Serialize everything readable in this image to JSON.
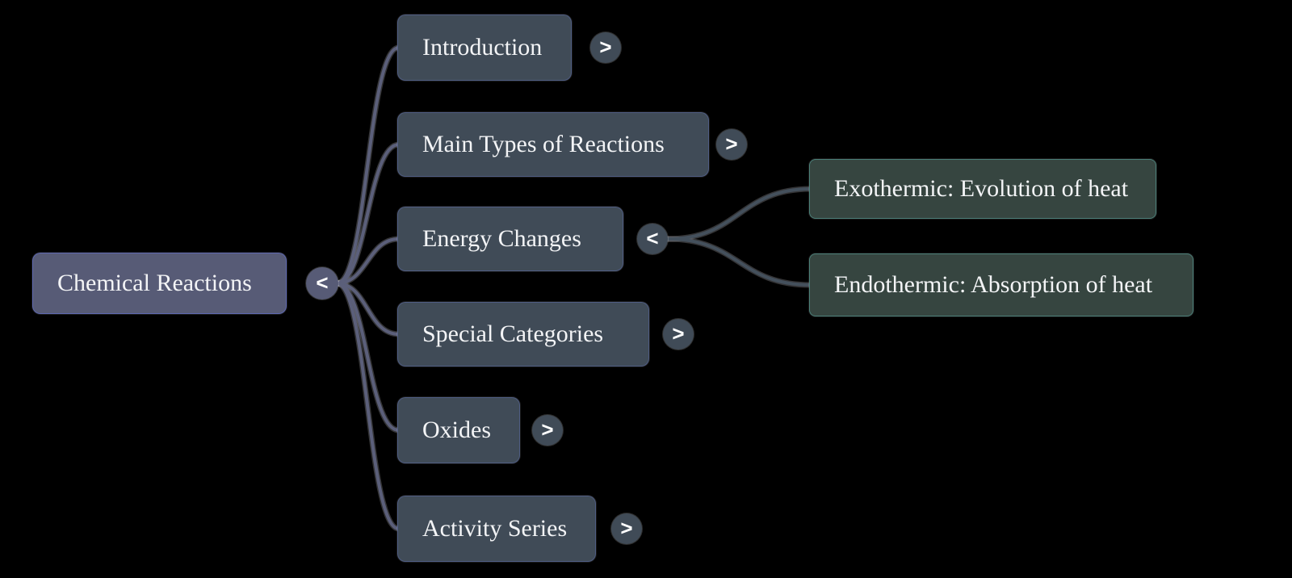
{
  "colors": {
    "background": "#000000",
    "root_fill": "#575b76",
    "branch_fill": "#404b57",
    "leaf_fill": "#364540",
    "root_edge": "#5b5f7a",
    "branch_edge": "#44505c",
    "text": "#f3f4f6"
  },
  "root": {
    "label": "Chemical Reactions",
    "toggle": "<"
  },
  "children": [
    {
      "label": "Introduction",
      "toggle": ">"
    },
    {
      "label": "Main Types of Reactions",
      "toggle": ">"
    },
    {
      "label": "Energy Changes",
      "toggle": "<"
    },
    {
      "label": "Special Categories",
      "toggle": ">"
    },
    {
      "label": "Oxides",
      "toggle": ">"
    },
    {
      "label": "Activity Series",
      "toggle": ">"
    }
  ],
  "grandchildren": [
    {
      "label": "Exothermic: Evolution of heat"
    },
    {
      "label": "Endothermic: Absorption of heat"
    }
  ]
}
